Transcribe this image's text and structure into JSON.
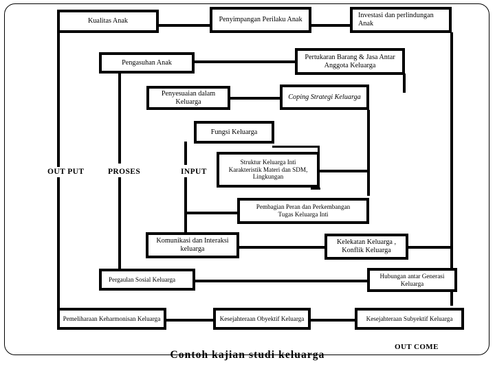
{
  "slide": {
    "caption": "Contoh  kajian studi keluarga",
    "outcome_label": "OUT COME",
    "frame_color": "#000000",
    "background": "#ffffff"
  },
  "axis_labels": {
    "output": "OUT PUT",
    "proses": "PROSES",
    "input": "INPUT"
  },
  "nodes": {
    "kualitas_anak": "Kualitas  Anak",
    "penyimpangan_perilaku_anak": "Penyimpangan Perilaku Anak",
    "investasi_perlindungan_anak": "Investasi dan perlindungan\nAnak",
    "pengasuhan_anak": "Pengasuhan Anak",
    "pertukaran_barang_jasa": "Pertukaran Barang & Jasa Antar\nAnggota Keluarga",
    "penyesuaian_dalam_keluarga": "Penyesuaian dalam\nKeluarga",
    "coping_strategi_keluarga": "Coping Strategi Keluarga",
    "fungsi_keluarga": "Fungsi Keluarga",
    "struktur_keluarga_inti": "Struktur Keluarga Inti\nKarakteristik Materi dan SDM,\nLingkungan",
    "pembagian_peran": "Pembagian Peran dan Perkembangan\nTugas  Keluarga Inti",
    "komunikasi_interaksi": "Komunikasi dan Interaksi\nkeluarga",
    "kelekatan_konflik": "Kelekatan Keluarga ,\nKonflik  Keluarga",
    "pergaulan_sosial_keluarga": "Pergaulan Sosial Keluarga",
    "hubungan_antar_generasi": "Hubungan antar Generasi\nKeluarga",
    "pemeliharaan_keharmonisan": "Pemeliharaan Keharmonisan Keluarga",
    "kesejahteraan_obyektif": "Kesejahteraan Obyektif Keluarga",
    "kesejahteraan_subyektif": "Kesejahteraan Subyektif Keluarga"
  }
}
